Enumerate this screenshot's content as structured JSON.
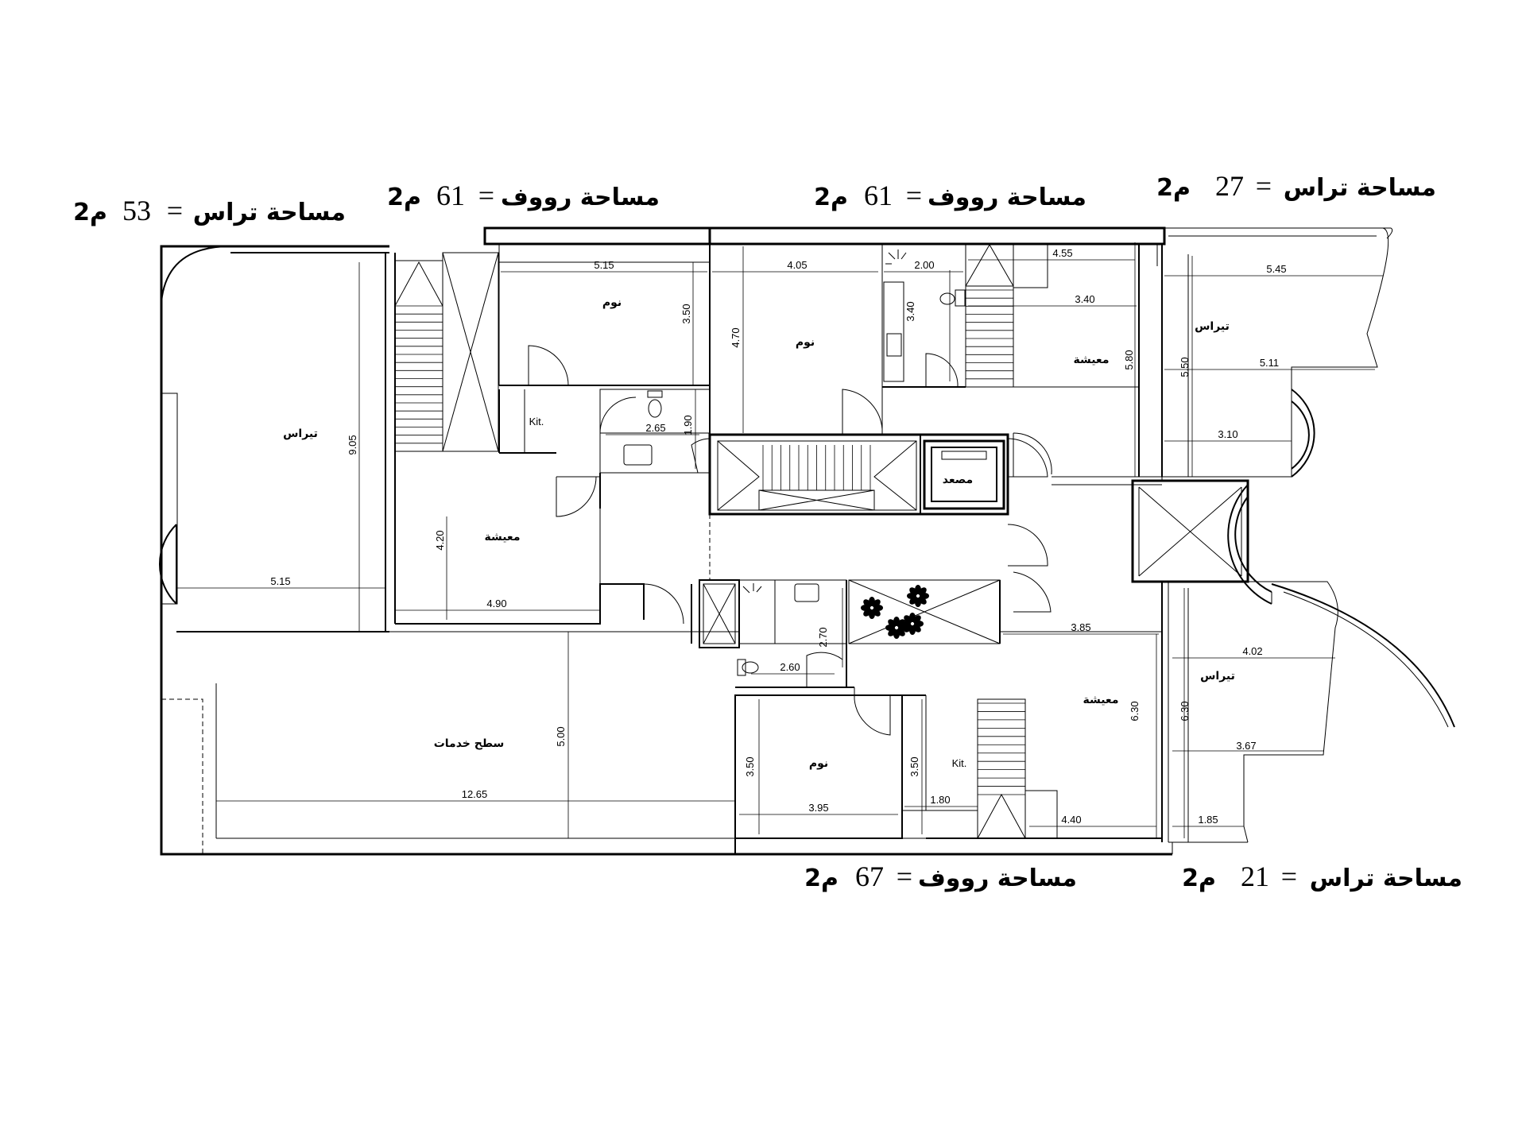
{
  "area_labels": {
    "terrace_left": {
      "label": "مساحة تراس",
      "value": "53",
      "unit": "م2"
    },
    "roof_top_left": {
      "label": "مساحة رووف",
      "value": "61",
      "unit": "م2"
    },
    "roof_top_right": {
      "label": "مساحة رووف",
      "value": "61",
      "unit": "م2"
    },
    "terrace_top_right": {
      "label": "مساحة تراس",
      "value": "27",
      "unit": "م2"
    },
    "roof_bottom": {
      "label": "مساحة رووف",
      "value": "67",
      "unit": "م2"
    },
    "terrace_bottom_right": {
      "label": "مساحة تراس",
      "value": "21",
      "unit": "م2"
    }
  },
  "rooms": {
    "terrace_big": "تيراس",
    "bedroom_1": "نوم",
    "kitchen_1": "Kit.",
    "living_1": "معيشة",
    "bedroom_2": "نوم",
    "living_2": "معيشة",
    "terrace_right_top": "تيراس",
    "elevator": "مصعد",
    "service_roof": "سطح خدمات",
    "bedroom_3": "نوم",
    "kitchen_2": "Kit.",
    "living_3": "معيشة",
    "terrace_right_bottom": "تيراس"
  },
  "dimensions": {
    "d_5_15_top": "5.15",
    "d_4_05": "4.05",
    "d_2_00": "2.00",
    "d_4_55": "4.55",
    "d_5_45": "5.45",
    "d_3_50_a": "3.50",
    "d_4_70": "4.70",
    "d_3_40_v": "3.40",
    "d_3_40_h": "3.40",
    "d_5_80": "5.80",
    "d_5_50": "5.50",
    "d_5_11": "5.11",
    "d_9_05": "9.05",
    "d_2_65": "2.65",
    "d_1_90": "1.90",
    "d_3_10": "3.10",
    "d_4_20": "4.20",
    "d_5_15_left": "5.15",
    "d_4_90": "4.90",
    "d_2_70": "2.70",
    "d_3_85": "3.85",
    "d_2_60": "2.60",
    "d_4_02": "4.02",
    "d_5_00": "5.00",
    "d_6_30_a": "6.30",
    "d_6_30_b": "6.30",
    "d_3_67": "3.67",
    "d_3_50_b": "3.50",
    "d_3_50_c": "3.50",
    "d_12_65": "12.65",
    "d_3_95": "3.95",
    "d_1_80": "1.80",
    "d_4_40": "4.40",
    "d_1_85": "1.85"
  }
}
